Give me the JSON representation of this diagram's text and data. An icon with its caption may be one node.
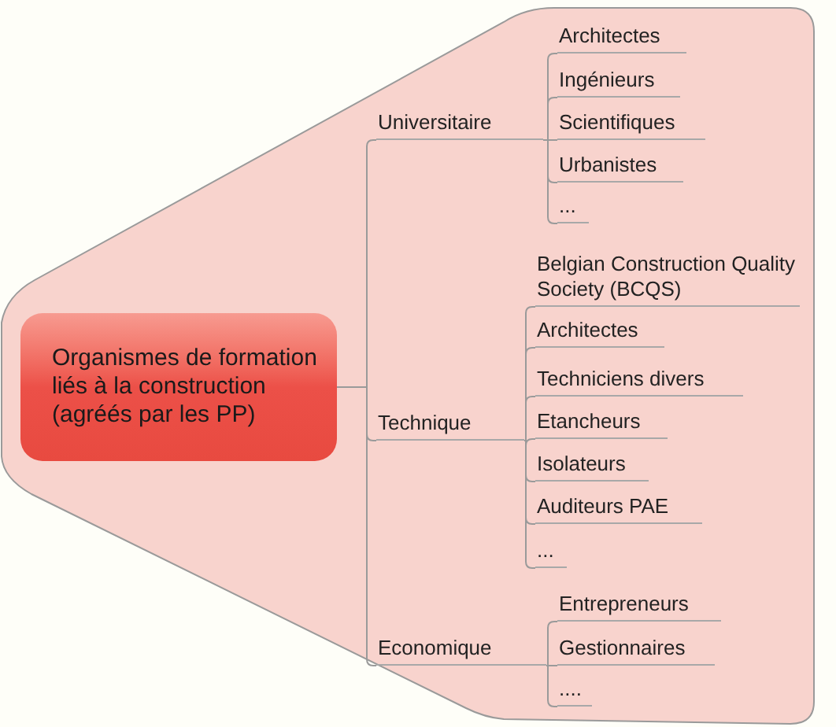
{
  "diagram": {
    "nodes": [
      {
        "text": [
          "Organismes de formation liés à la construction (agréés par les PP)"
        ]
      },
      {
        "text": [
          "Universitaire"
        ]
      },
      {
        "text": [
          "Architectes"
        ]
      },
      {
        "text": [
          "Ingénieurs"
        ]
      },
      {
        "text": [
          "Scientifiques"
        ]
      },
      {
        "text": [
          "Urbanistes"
        ]
      },
      {
        "text": [
          "..."
        ]
      },
      {
        "text": [
          "Technique"
        ]
      },
      {
        "text": [
          "Belgian Construction Quality Society (BCQS)"
        ]
      },
      {
        "text": [
          "Architectes"
        ]
      },
      {
        "text": [
          "Techniciens divers"
        ]
      },
      {
        "text": [
          "Etancheurs"
        ]
      },
      {
        "text": [
          "Isolateurs"
        ]
      },
      {
        "text": [
          "Auditeurs PAE"
        ]
      },
      {
        "text": [
          "..."
        ]
      },
      {
        "text": [
          "Economique"
        ]
      },
      {
        "text": [
          "Entrepreneurs"
        ]
      },
      {
        "text": [
          "Gestionnaires"
        ]
      },
      {
        "text": [
          "...."
        ]
      }
    ],
    "edges": [
      {
        "from": 0,
        "to": 1,
        "arrow": "none"
      },
      {
        "from": 1,
        "to": 2,
        "arrow": "none"
      },
      {
        "from": 1,
        "to": 3,
        "arrow": "none"
      },
      {
        "from": 1,
        "to": 4,
        "arrow": "none"
      },
      {
        "from": 1,
        "to": 5,
        "arrow": "none"
      },
      {
        "from": 1,
        "to": 6,
        "arrow": "none"
      },
      {
        "from": 0,
        "to": 7,
        "arrow": "none"
      },
      {
        "from": 7,
        "to": 8,
        "arrow": "none"
      },
      {
        "from": 7,
        "to": 9,
        "arrow": "none"
      },
      {
        "from": 7,
        "to": 10,
        "arrow": "none"
      },
      {
        "from": 7,
        "to": 11,
        "arrow": "none"
      },
      {
        "from": 7,
        "to": 12,
        "arrow": "none"
      },
      {
        "from": 7,
        "to": 13,
        "arrow": "none"
      },
      {
        "from": 7,
        "to": 14,
        "arrow": "none"
      },
      {
        "from": 0,
        "to": 15,
        "arrow": "none"
      },
      {
        "from": 15,
        "to": 16,
        "arrow": "none"
      },
      {
        "from": 15,
        "to": 17,
        "arrow": "none"
      },
      {
        "from": 15,
        "to": 18,
        "arrow": "none"
      }
    ]
  }
}
